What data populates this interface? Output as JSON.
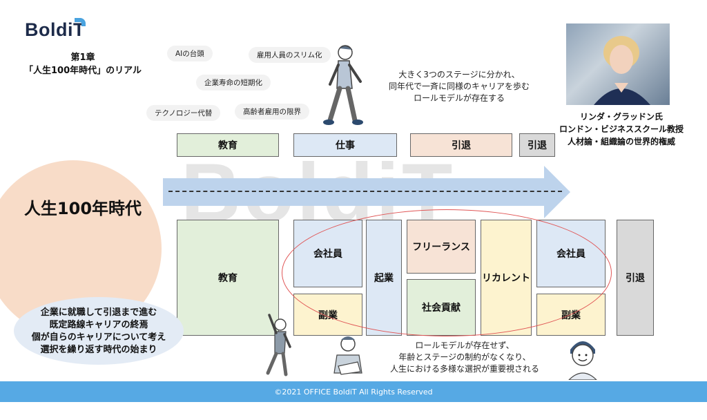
{
  "logo": {
    "text": "BoldiT"
  },
  "chapter": {
    "line1": "第1章",
    "line2": "「人生100年時代」のリアル"
  },
  "bubbles": {
    "ai": "AIの台頭",
    "slim": "雇用人員のスリム化",
    "lifespan": "企業寿命の短期化",
    "tech": "テクノロジー代替",
    "elderly": "高齢者雇用の限界"
  },
  "top_note": {
    "line1": "大きく3つのステージに分かれ、",
    "line2": "同年代で一斉に同様のキャリアを歩む",
    "line3": "ロールモデルが存在する"
  },
  "person": {
    "name": "リンダ・グラッドン氏",
    "title1": "ロンドン・ビジネススクール教授",
    "title2": "人材論・組織論の世界的権威"
  },
  "stages_old": {
    "education": "教育",
    "work": "仕事",
    "retire1": "引退",
    "retire2": "引退"
  },
  "main_circle": "人生100年時代",
  "watermark": "BoldiT",
  "stages_new": {
    "education": "教育",
    "employee1": "会社員",
    "side1": "副業",
    "startup": "起業",
    "freelance": "フリーランス",
    "social": "社会貢献",
    "recurrent": "リカレント",
    "employee2": "会社員",
    "side2": "副業",
    "retire": "引退"
  },
  "cloud": {
    "line1": "企業に就職して引退まで進む",
    "line2": "既定路線キャリアの終焉",
    "line3": "個が自らのキャリアについて考え",
    "line4": "選択を繰り返す時代の始まり"
  },
  "bottom_note": {
    "line1": "ロールモデルが存在せず、",
    "line2": "年齢とステージの制約がなくなり、",
    "line3": "人生における多様な選択が重要視される"
  },
  "footer": "©2021 OFFICE BoldiT  All Rights Reserved"
}
